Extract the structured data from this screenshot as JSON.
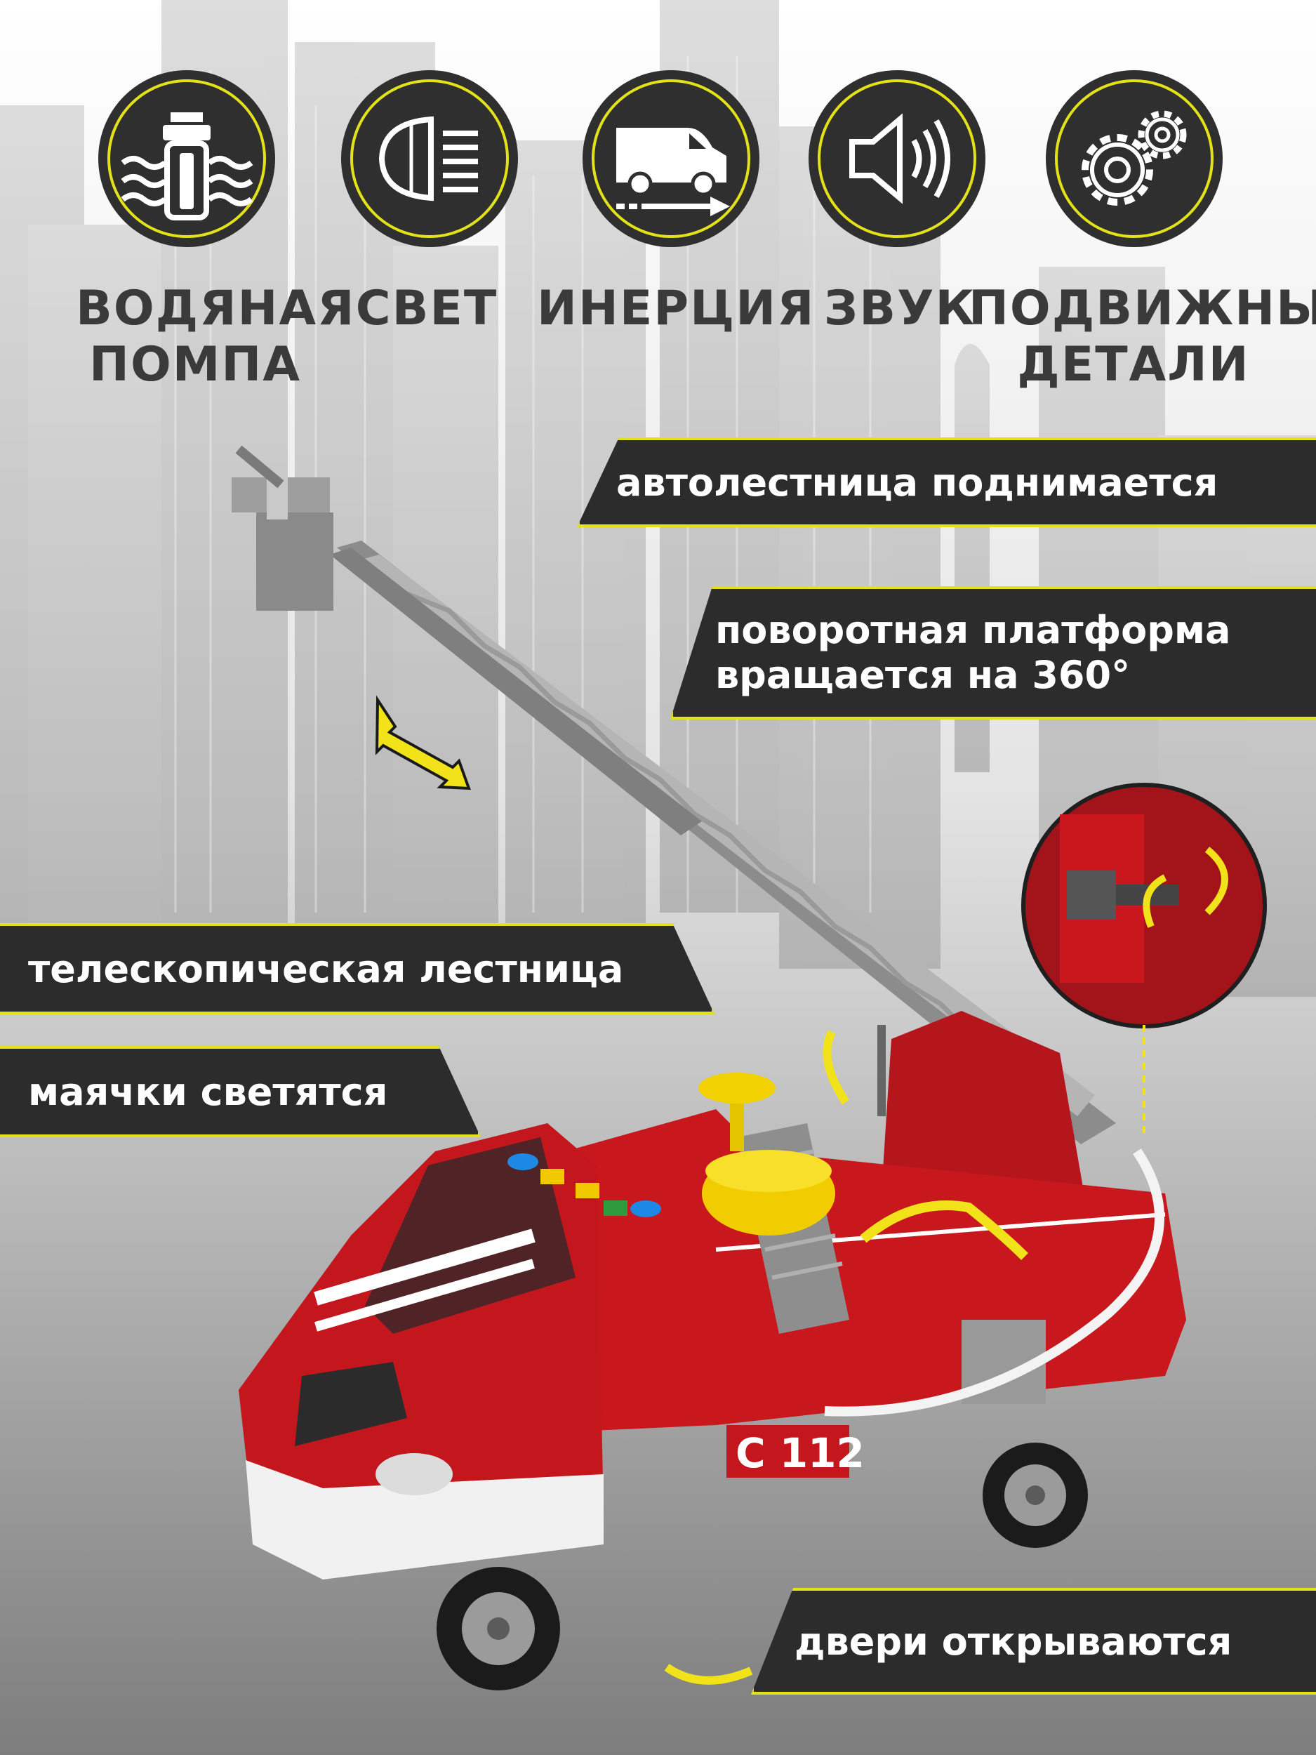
{
  "features": [
    {
      "label_line1": "ВОДЯНАЯ",
      "label_line2": "ПОМПА",
      "icon": "water-pump-icon"
    },
    {
      "label_line1": "СВЕТ",
      "label_line2": "",
      "icon": "headlight-icon"
    },
    {
      "label_line1": "ИНЕРЦИЯ",
      "label_line2": "",
      "icon": "van-inertia-icon"
    },
    {
      "label_line1": "ЗВУК",
      "label_line2": "",
      "icon": "speaker-sound-icon"
    },
    {
      "label_line1": "ПОДВИЖНЫЕ",
      "label_line2": "ДЕТАЛИ",
      "icon": "gears-icon"
    }
  ],
  "callouts": {
    "ladder_rises": "автолестница поднимается",
    "platform_line1": "поворотная платформа",
    "platform_line2": "вращается на 360°",
    "telescopic": "телескопическая лестница",
    "beacons": "маячки светятся",
    "doors": "двери открываются"
  },
  "truck": {
    "number": "С 112"
  },
  "colors": {
    "accent": "#e3e21a",
    "dark": "#2c2c2c",
    "truck_red": "#c0181c",
    "ladder_gray": "#8a8a8a"
  }
}
